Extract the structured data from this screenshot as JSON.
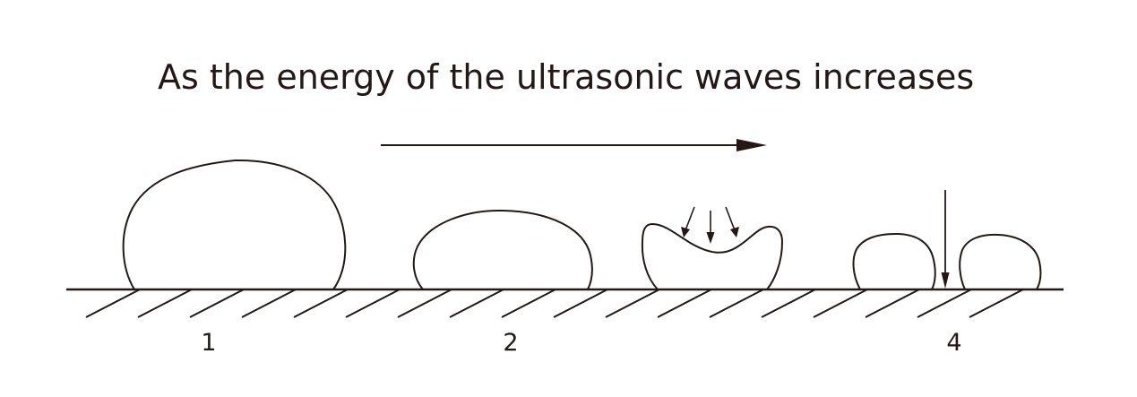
{
  "title": "As the energy of the ultrasonic waves increases",
  "stage_labels": {
    "stage1": "1",
    "stage2": "2",
    "stage4": "4"
  },
  "colors": {
    "ink": "#231815",
    "background": "#ffffff"
  },
  "elements": {
    "direction_arrow": "right-arrow",
    "pressure_arrows": "down-arrow"
  }
}
